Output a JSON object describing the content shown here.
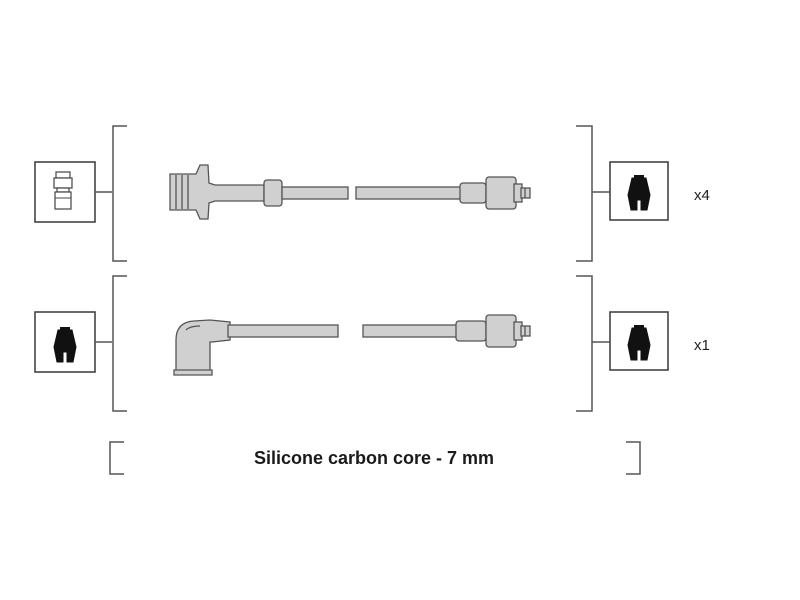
{
  "rows": [
    {
      "quantity": "x4"
    },
    {
      "quantity": "x1"
    }
  ],
  "caption": "Silicone carbon core - 7 mm",
  "colors": {
    "line": "#555555",
    "part_fill": "#d0d0d0",
    "part_stroke": "#555555",
    "dark_fill": "#111111"
  }
}
